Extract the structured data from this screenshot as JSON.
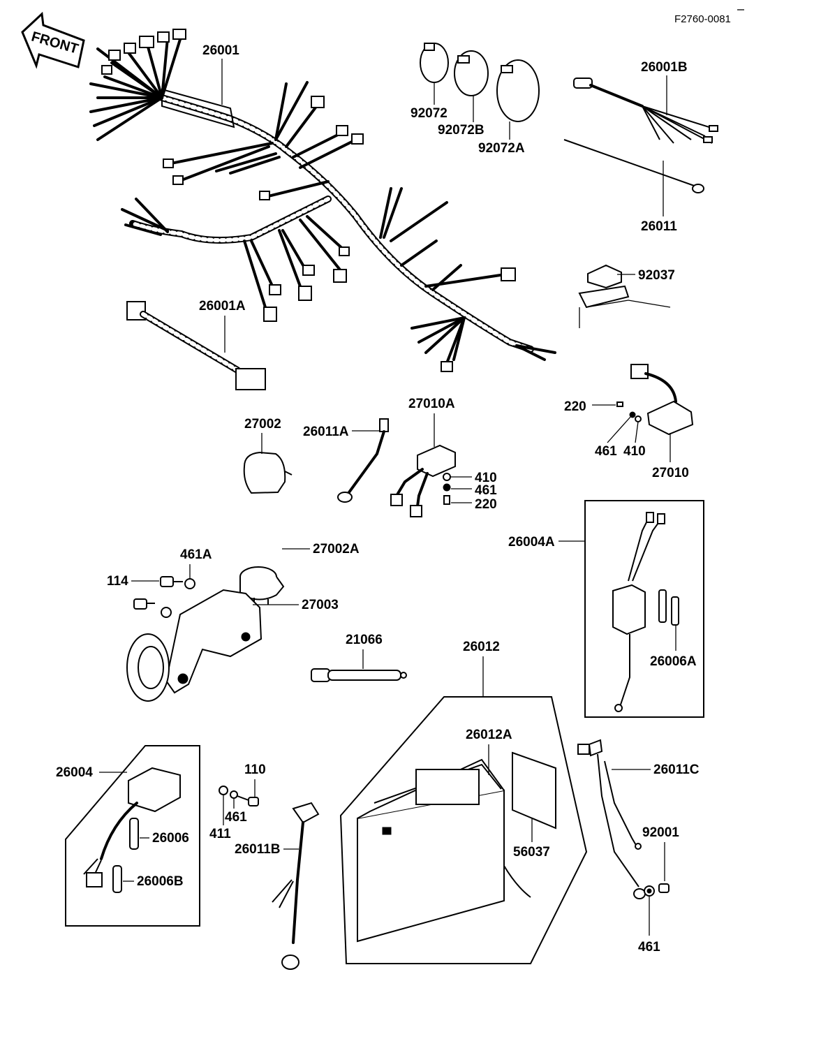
{
  "figure_code": "F2760-0081",
  "front_arrow": {
    "label": "FRONT",
    "icon": "front-arrow-icon"
  },
  "parts": {
    "p26001": "26001",
    "p26001A": "26001A",
    "p26001B": "26001B",
    "p26011": "26011",
    "p92072": "92072",
    "p92072B": "92072B",
    "p92072A": "92072A",
    "p92037": "92037",
    "p27002": "27002",
    "p26011A": "26011A",
    "p27010A": "27010A",
    "p410a": "410",
    "p461a": "461",
    "p220a": "220",
    "p220b": "220",
    "p461b": "461",
    "p410b": "410",
    "p27010": "27010",
    "p26004A": "26004A",
    "p26006A": "26006A",
    "p27002A": "27002A",
    "p461A": "461A",
    "p114": "114",
    "p27003": "27003",
    "p21066": "21066",
    "p26012": "26012",
    "p26012A": "26012A",
    "p56037": "56037",
    "p26011C": "26011C",
    "p92001": "92001",
    "p461c": "461",
    "p26004": "26004",
    "p26006": "26006",
    "p26006B": "26006B",
    "p110": "110",
    "p461d": "461",
    "p411": "411",
    "p26011B": "26011B"
  }
}
